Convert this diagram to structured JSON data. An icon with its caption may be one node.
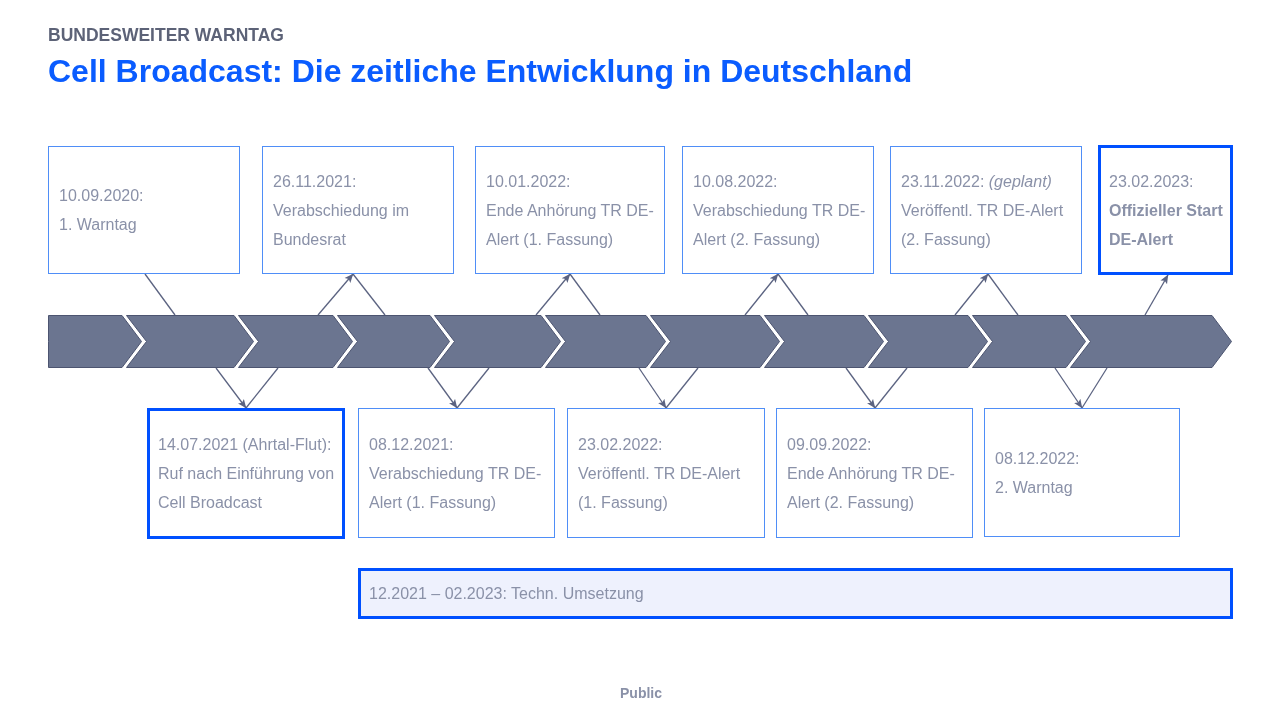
{
  "diagram": {
    "title": "Cell Broadcast: Die zeitliche Entwicklung in Deutschland",
    "nodes": [
      {
        "text": [
          "10.09.2020:",
          "1. Warntag"
        ]
      },
      {
        "text": [
          "26.11.2021:",
          "Verabschiedung im Bundesrat"
        ]
      },
      {
        "text": [
          "10.01.2022:",
          "Ende Anhörung TR DE-Alert (1. Fassung)"
        ]
      },
      {
        "text": [
          "10.08.2022:",
          "Verabschiedung TR DE-Alert (2. Fassung)"
        ]
      },
      {
        "text": [
          "23.11.2022: *(geplant)*",
          "Veröffentl. TR DE-Alert (2. Fassung)"
        ]
      },
      {
        "text": [
          "23.02.2023:",
          "Offizieller Start DE-Alert"
        ]
      },
      {
        "text": [],
        "shape": "chevron"
      },
      {
        "text": [],
        "shape": "chevron"
      },
      {
        "text": [],
        "shape": "chevron"
      },
      {
        "text": [],
        "shape": "chevron"
      },
      {
        "text": [],
        "shape": "chevron"
      },
      {
        "text": [],
        "shape": "chevron"
      },
      {
        "text": [],
        "shape": "chevron"
      },
      {
        "text": [],
        "shape": "chevron"
      },
      {
        "text": [],
        "shape": "chevron"
      },
      {
        "text": [],
        "shape": "chevron"
      },
      {
        "text": [],
        "shape": "chevron"
      },
      {
        "text": [
          "14.07.2021 (Ahrtal-Flut):",
          "Ruf nach Einführung von Cell Broadcast"
        ]
      },
      {
        "text": [
          "08.12.2021:",
          "Verabschiedung TR DE-Alert (1. Fassung)"
        ]
      },
      {
        "text": [
          "23.02.2022:",
          "Veröffentl. TR DE-Alert (1. Fassung)"
        ]
      },
      {
        "text": [
          "09.09.2022:",
          "Ende Anhörung TR DE-Alert (2. Fassung)"
        ]
      },
      {
        "text": [
          "08.12.2022:",
          "2. Warntag"
        ]
      },
      {
        "text": [
          "12.2021 – 02.2023: Techn. Umsetzung"
        ]
      }
    ],
    "edges": [
      {
        "from": 0,
        "to": 7,
        "arrow": "none"
      },
      {
        "from": 8,
        "to": 1,
        "arrow": "to"
      },
      {
        "from": 1,
        "to": 9,
        "arrow": "none"
      },
      {
        "from": 10,
        "to": 2,
        "arrow": "to"
      },
      {
        "from": 2,
        "to": 11,
        "arrow": "none"
      },
      {
        "from": 12,
        "to": 3,
        "arrow": "to"
      },
      {
        "from": 3,
        "to": 13,
        "arrow": "none"
      },
      {
        "from": 14,
        "to": 4,
        "arrow": "to"
      },
      {
        "from": 4,
        "to": 15,
        "arrow": "none"
      },
      {
        "from": 16,
        "to": 5,
        "arrow": "to"
      },
      {
        "from": 7,
        "to": 17,
        "arrow": "to"
      },
      {
        "from": 8,
        "to": 17,
        "arrow": "none"
      },
      {
        "from": 9,
        "to": 18,
        "arrow": "to"
      },
      {
        "from": 10,
        "to": 18,
        "arrow": "none"
      },
      {
        "from": 11,
        "to": 19,
        "arrow": "to"
      },
      {
        "from": 12,
        "to": 19,
        "arrow": "none"
      },
      {
        "from": 13,
        "to": 20,
        "arrow": "to"
      },
      {
        "from": 14,
        "to": 20,
        "arrow": "none"
      },
      {
        "from": 15,
        "to": 21,
        "arrow": "to"
      },
      {
        "from": 16,
        "to": 21,
        "arrow": "none"
      }
    ],
    "labels": [
      "BUNDESWEITER WARNTAG",
      "Public"
    ]
  }
}
